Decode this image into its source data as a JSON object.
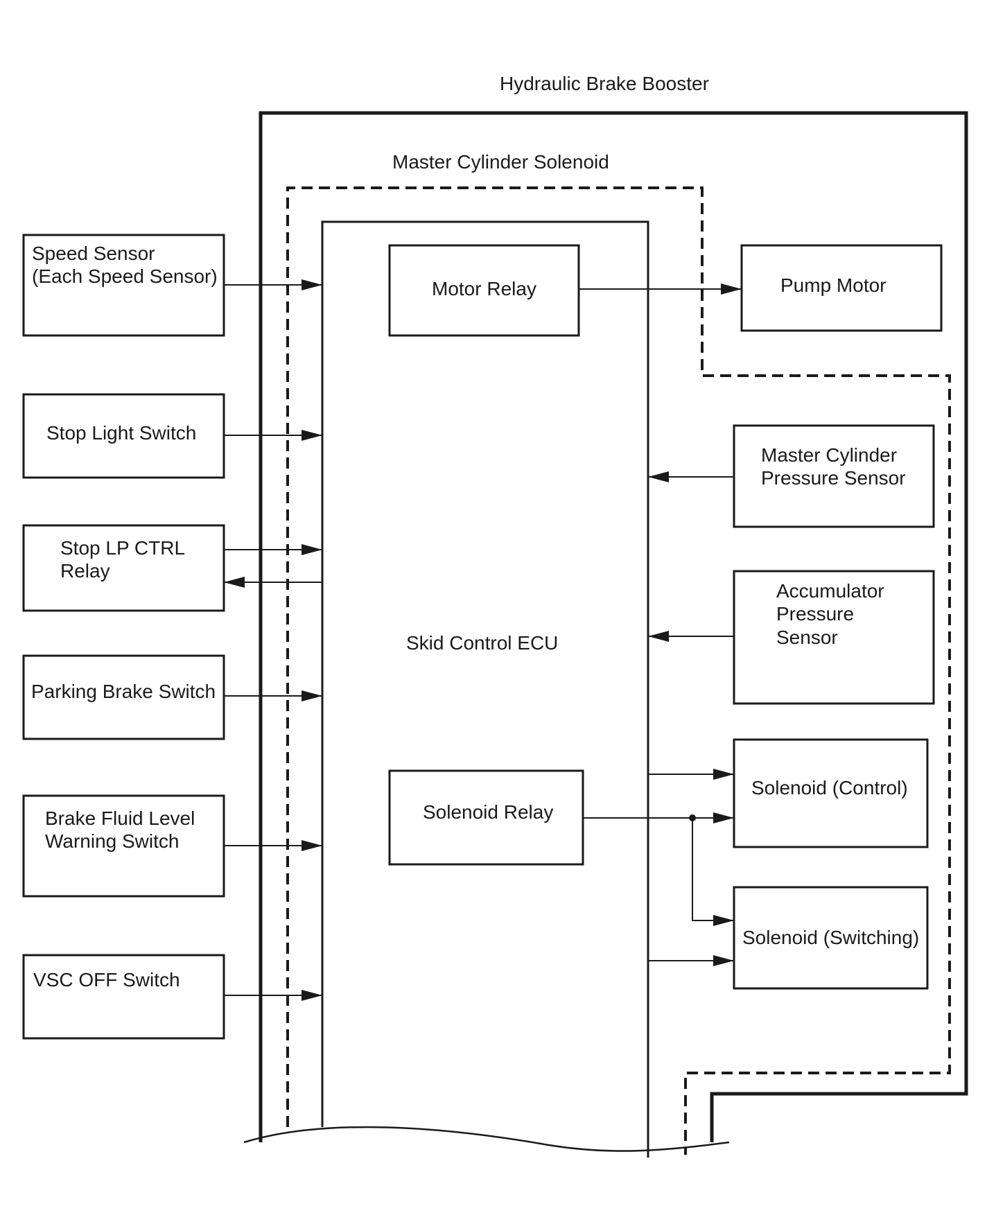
{
  "labels": {
    "hydraulic_brake_booster": "Hydraulic Brake Booster",
    "master_cylinder_solenoid": "Master Cylinder Solenoid",
    "skid_control_ecu": "Skid Control ECU",
    "motor_relay": "Motor Relay",
    "solenoid_relay": "Solenoid Relay",
    "pump_motor": "Pump Motor",
    "master_cylinder_pressure_sensor": [
      "Master Cylinder",
      "Pressure Sensor"
    ],
    "accumulator_pressure_sensor": [
      "Accumulator",
      "Pressure",
      "Sensor"
    ],
    "solenoid_control": "Solenoid (Control)",
    "solenoid_switching": "Solenoid (Switching)",
    "speed_sensor": [
      "Speed Sensor",
      "(Each Speed Sensor)"
    ],
    "stop_light_switch": "Stop Light Switch",
    "stop_lp_ctrl_relay": [
      "Stop LP CTRL",
      "Relay"
    ],
    "parking_brake_switch": "Parking Brake Switch",
    "brake_fluid_level_warning_switch": [
      "Brake Fluid Level",
      "Warning Switch"
    ],
    "vsc_off_switch": "VSC OFF Switch"
  }
}
